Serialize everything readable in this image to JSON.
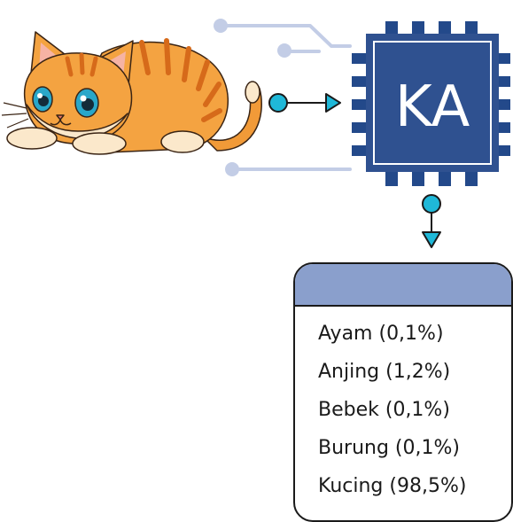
{
  "chip": {
    "label": "KA",
    "color": "#2f5190",
    "pin_color": "#23498a"
  },
  "connector_colors": {
    "trace": "#c3cde6",
    "node_fill": "#1fb8d8",
    "arrow": "#1a1a1a"
  },
  "input_image": {
    "icon": "orange-tabby-kitten-illustration"
  },
  "result": {
    "header_color": "#8a9fcc",
    "items": [
      "Ayam (0,1%)",
      "Anjing (1,2%)",
      "Bebek (0,1%)",
      "Burung (0,1%)",
      "Kucing (98,5%)"
    ]
  }
}
